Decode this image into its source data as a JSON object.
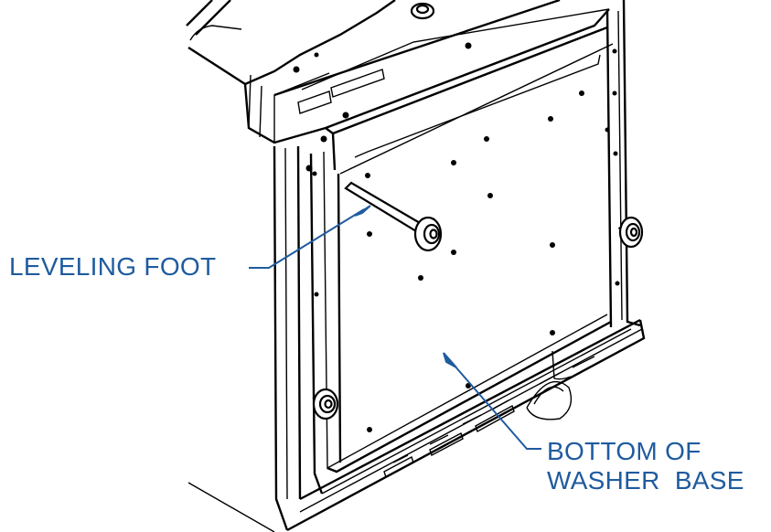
{
  "callouts": {
    "leveling_foot": "LEVELING FOOT",
    "bottom_line1": "BOTTOM OF",
    "bottom_line2": "WASHER  BASE"
  },
  "colors": {
    "callout": "#1f5b9f",
    "linework": "#000000",
    "background": "#ffffff"
  }
}
